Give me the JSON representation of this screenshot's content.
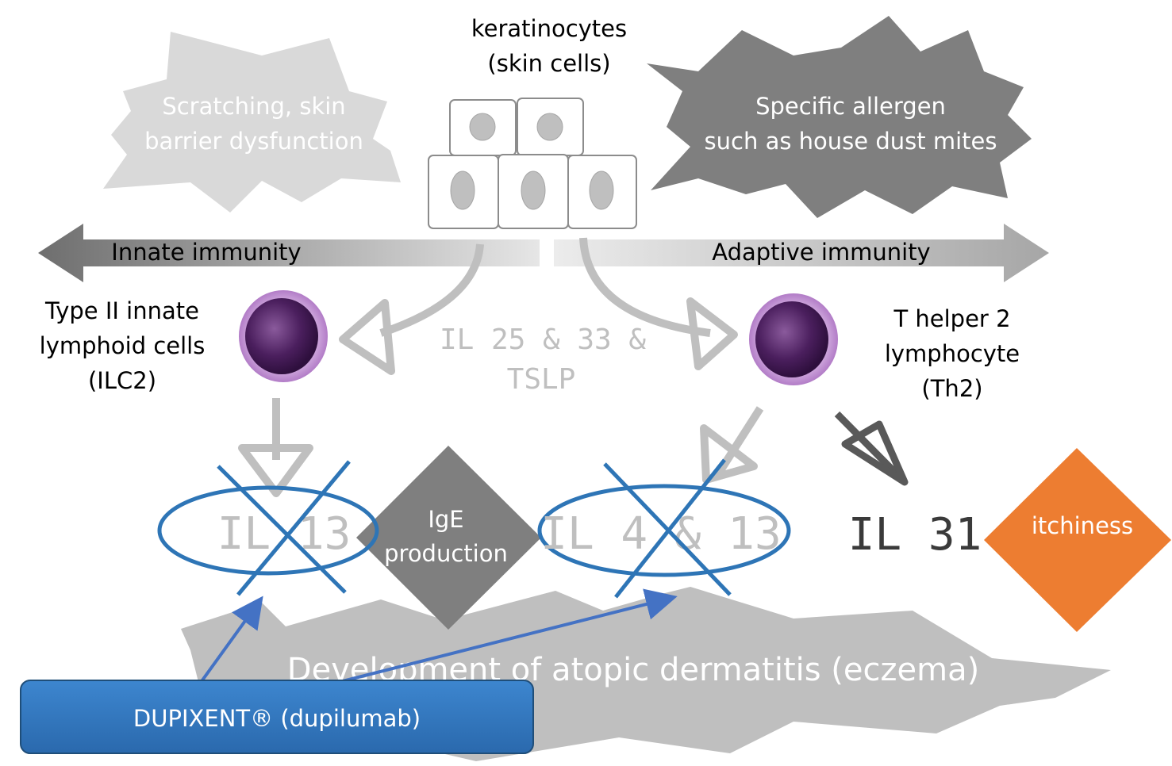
{
  "keratinocytes": {
    "line1": "keratinocytes",
    "line2": "(skin cells)"
  },
  "left_burst": {
    "line1": "Scratching, skin",
    "line2": "barrier dysfunction"
  },
  "right_burst": {
    "line1": "Specific allergen",
    "line2": "such as house dust mites"
  },
  "innate_arrow": {
    "label": "Innate immunity"
  },
  "adaptive_arrow": {
    "label": "Adaptive immunity"
  },
  "ilc2": {
    "line1": "Type II innate",
    "line2": "lymphoid cells",
    "line3": "(ILC2)"
  },
  "th2": {
    "line1": "T helper 2",
    "line2": "lymphocyte",
    "line3": "(Th2)"
  },
  "cytokines": {
    "line1": "IL 25 & 33 &",
    "line2": "TSLP"
  },
  "il13": {
    "label": "IL 13"
  },
  "il4_13": {
    "label": "IL 4 & 13"
  },
  "il31": {
    "label": "IL 31"
  },
  "ige": {
    "line1": "IgE",
    "line2": "production"
  },
  "itchiness": {
    "label": "itchiness"
  },
  "outcome": {
    "label": "Development of atopic dermatitis (eczema)"
  },
  "drug": {
    "label": "DUPIXENT® (dupilumab)"
  },
  "colors": {
    "light_gray": "#d9d9d9",
    "mid_gray": "#bfbfbf",
    "dark_gray": "#7f7f7f",
    "blue": "#2e75b6",
    "orange": "#ed7d31",
    "cell_purple": "#5b2a6e"
  }
}
